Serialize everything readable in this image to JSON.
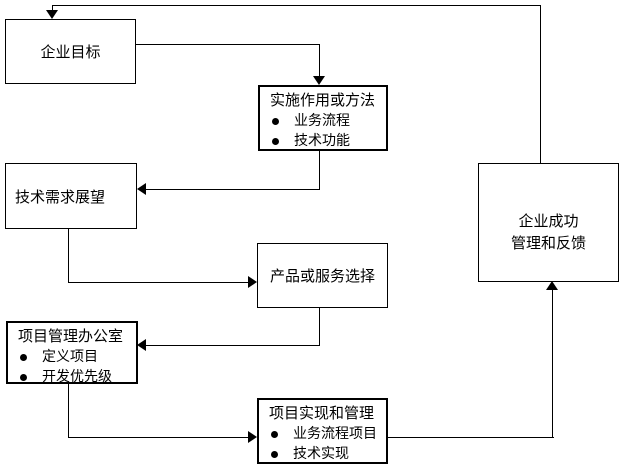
{
  "colors": {
    "background": "#ffffff",
    "line": "#000000",
    "text": "#000000"
  },
  "boxes": {
    "enterprise_goals": {
      "label": "企业目标"
    },
    "implementation": {
      "title": "实施作用或方法",
      "bullets": [
        "业务流程",
        "技术功能"
      ]
    },
    "tech_outlook": {
      "label": "技术需求展望"
    },
    "product_selection": {
      "label": "产品或服务选择"
    },
    "pmo": {
      "title": "项目管理办公室",
      "bullets": [
        "定义项目",
        "开发优先级"
      ]
    },
    "project_impl": {
      "title": "项目实现和管理",
      "bullets": [
        "业务流程项目",
        "技术实现"
      ]
    },
    "success": {
      "line1": "企业成功",
      "line2": "管理和反馈"
    }
  },
  "connections": [
    {
      "from": "enterprise-goals",
      "to": "implementation-methods"
    },
    {
      "from": "implementation-methods",
      "to": "tech-requirements-outlook"
    },
    {
      "from": "tech-requirements-outlook",
      "to": "product-or-service-selection"
    },
    {
      "from": "product-or-service-selection",
      "to": "project-management-office"
    },
    {
      "from": "project-management-office",
      "to": "project-implementation"
    },
    {
      "from": "project-implementation",
      "to": "success-management-feedback"
    },
    {
      "from": "success-management-feedback",
      "to": "enterprise-goals"
    }
  ]
}
